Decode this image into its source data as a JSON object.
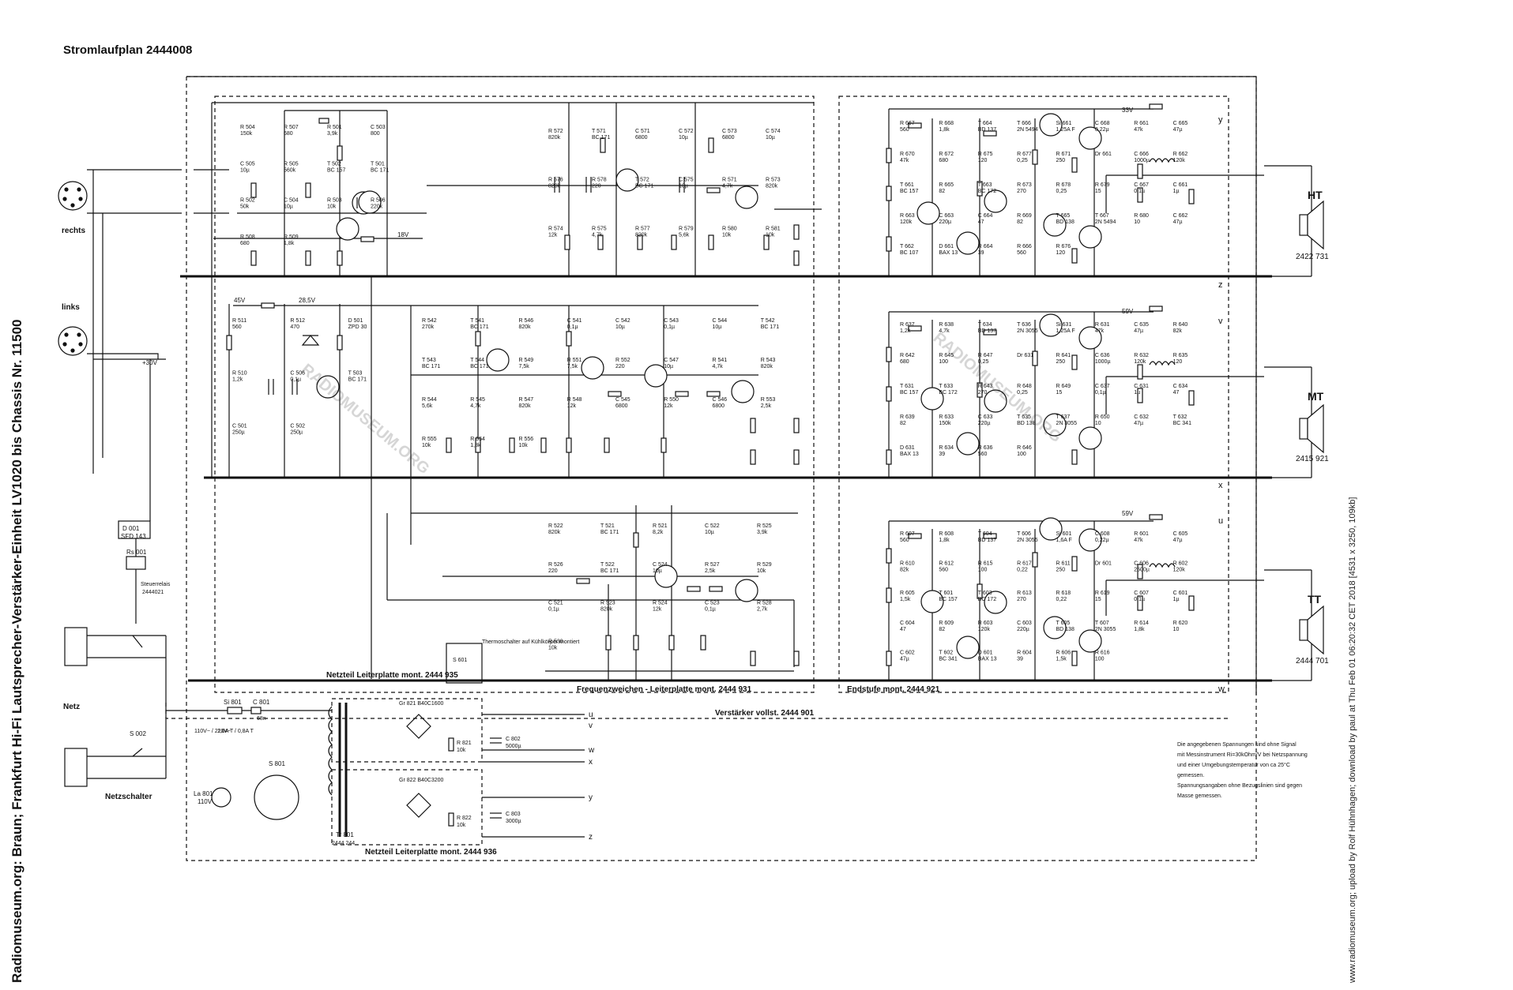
{
  "title": "Stromlaufplan 2444008",
  "left_caption": "Radiomuseum.org: Braun; Frankfurt Hi-Fi Lautsprecher-Verstärker-Einheit LV1020 bis Chassis Nr. 11500",
  "right_caption": "www.radiomuseum.org; upload by Rolf Hühnhagen; download by paul at Thu Feb 01 06:20:32 CET 2018 [4531 x 3250, 109kb]",
  "inputs": {
    "rechts": "rechts",
    "links": "links",
    "netz": "Netz",
    "netzschalter": "Netzschalter"
  },
  "relay": {
    "diode": "D 001",
    "diode_type": "SFD 143",
    "relay": "Rs 001",
    "relay_name": "Steuerrelais",
    "relay_part": "2444021",
    "switch": "S 002"
  },
  "boards": {
    "netzteil_top": "Netzteil Leiterplatte mont. 2444 935",
    "netzteil_bottom": "Netzteil Leiterplatte mont. 2444 936",
    "frequenzweichen": "Frequenzweichen - Leiterplatte mont. 2444 931",
    "endstufe": "Endstufe mont. 2444 921",
    "verstaerker": "Verstärker vollst. 2444 901"
  },
  "outputs": [
    {
      "label": "HT",
      "part": "2422 731"
    },
    {
      "label": "MT",
      "part": "2415 921"
    },
    {
      "label": "TT",
      "part": "2444 701"
    }
  ],
  "rails": [
    "y",
    "z",
    "v",
    "x",
    "u",
    "w"
  ],
  "supply_labels": {
    "u": "u",
    "v": "v",
    "w": "w",
    "x": "x",
    "y": "y",
    "z": "z",
    "v59": "59V",
    "v33": "33V",
    "v30": "+30V",
    "v45": "45V",
    "v285": "28,5V",
    "v59b": "59V",
    "v18": "18V"
  },
  "thermo": "Thermoschalter auf Kühlkörper montiert",
  "power": {
    "fuse": "Si 801",
    "fuse_rating": "1,6A T / 0,8A T",
    "volt": "110V~ / 220V~",
    "lamp": "La 801",
    "lamp_v": "110V",
    "selector": "S 801",
    "trafo": "Tr 801",
    "trafo_part": "2444 244",
    "c801": "C 801",
    "c801v": "68n",
    "gr821": "Gr 821 B40C1600",
    "gr822": "Gr 822 B40C3200",
    "c802": "C 802",
    "c802v": "5000µ",
    "c803": "C 803",
    "c803v": "3000µ",
    "r821": "R 821",
    "r821v": "10k",
    "r822": "R 822",
    "r822v": "10k",
    "s601": "S 601"
  },
  "note": [
    "Die angegebenen Spannungen sind ohne Signal",
    "mit Messinstrument Ri=30kOhm/V bei Netzspannung",
    "und einer Umgebungstemperatur von ca 25°C",
    "gemessen.",
    "Spannungsangaben ohne Bezugslinien sind gegen",
    "Masse gemessen."
  ],
  "watermark": "RADIOMUSEUM.ORG",
  "components": {
    "ht_pre": [
      {
        "n": "R 504",
        "v": "150k"
      },
      {
        "n": "R 507",
        "v": "680"
      },
      {
        "n": "R 501",
        "v": "3,9k"
      },
      {
        "n": "C 503",
        "v": "800"
      },
      {
        "n": "C 505",
        "v": "10µ"
      },
      {
        "n": "R 505",
        "v": "560k"
      },
      {
        "n": "T 502",
        "v": "BC 157"
      },
      {
        "n": "T 501",
        "v": "BC 171"
      },
      {
        "n": "R 502",
        "v": "50k"
      },
      {
        "n": "C 504",
        "v": "10µ"
      },
      {
        "n": "R 503",
        "v": "10k"
      },
      {
        "n": "R 506",
        "v": "220k"
      },
      {
        "n": "R 508",
        "v": "680"
      },
      {
        "n": "R 509",
        "v": "1,8k"
      }
    ],
    "ht_filter": [
      {
        "n": "R 572",
        "v": "820k"
      },
      {
        "n": "T 571",
        "v": "BC 171"
      },
      {
        "n": "C 571",
        "v": "6800"
      },
      {
        "n": "C 572",
        "v": "10µ"
      },
      {
        "n": "C 573",
        "v": "6800"
      },
      {
        "n": "C 574",
        "v": "10µ"
      },
      {
        "n": "R 576",
        "v": "820k"
      },
      {
        "n": "R 578",
        "v": "220"
      },
      {
        "n": "T 572",
        "v": "BC 171"
      },
      {
        "n": "C 575",
        "v": "10µ"
      },
      {
        "n": "R 571",
        "v": "4,7k"
      },
      {
        "n": "R 573",
        "v": "820k"
      },
      {
        "n": "R 574",
        "v": "12k"
      },
      {
        "n": "R 575",
        "v": "4,7k"
      },
      {
        "n": "R 577",
        "v": "820k"
      },
      {
        "n": "R 579",
        "v": "5,6k"
      },
      {
        "n": "R 580",
        "v": "10k"
      },
      {
        "n": "R 581",
        "v": "10k"
      }
    ],
    "ht_end": [
      {
        "n": "R 667",
        "v": "560"
      },
      {
        "n": "R 668",
        "v": "1,8k"
      },
      {
        "n": "T 664",
        "v": "BD 137"
      },
      {
        "n": "T 666",
        "v": "2N 5494"
      },
      {
        "n": "Si 661",
        "v": "1,25A F"
      },
      {
        "n": "C 668",
        "v": "0,22µ"
      },
      {
        "n": "R 661",
        "v": "47k"
      },
      {
        "n": "C 665",
        "v": "47µ"
      },
      {
        "n": "R 670",
        "v": "47k"
      },
      {
        "n": "R 672",
        "v": "680"
      },
      {
        "n": "R 675",
        "v": "120"
      },
      {
        "n": "R 677",
        "v": "0,25"
      },
      {
        "n": "R 671",
        "v": "250"
      },
      {
        "n": "Dr 661",
        "v": ""
      },
      {
        "n": "C 666",
        "v": "1000µ"
      },
      {
        "n": "R 662",
        "v": "120k"
      },
      {
        "n": "T 661",
        "v": "BC 157"
      },
      {
        "n": "R 665",
        "v": "82"
      },
      {
        "n": "T 663",
        "v": "BC 172"
      },
      {
        "n": "R 673",
        "v": "270"
      },
      {
        "n": "R 678",
        "v": "0,25"
      },
      {
        "n": "R 679",
        "v": "15"
      },
      {
        "n": "C 667",
        "v": "0,1µ"
      },
      {
        "n": "C 661",
        "v": "1µ"
      },
      {
        "n": "R 663",
        "v": "120k"
      },
      {
        "n": "C 663",
        "v": "220µ"
      },
      {
        "n": "C 664",
        "v": "47"
      },
      {
        "n": "R 669",
        "v": "82"
      },
      {
        "n": "T 665",
        "v": "BD 138"
      },
      {
        "n": "T 667",
        "v": "2N 5494"
      },
      {
        "n": "R 680",
        "v": "10"
      },
      {
        "n": "C 662",
        "v": "47µ"
      },
      {
        "n": "T 662",
        "v": "BC 107"
      },
      {
        "n": "D 661",
        "v": "BAX 13"
      },
      {
        "n": "R 664",
        "v": "39"
      },
      {
        "n": "R 666",
        "v": "560"
      },
      {
        "n": "R 676",
        "v": "120"
      }
    ],
    "mt_pre": [
      {
        "n": "R 511",
        "v": "560"
      },
      {
        "n": "R 512",
        "v": "470"
      },
      {
        "n": "D 501",
        "v": "ZPD 30"
      },
      {
        "n": "R 510",
        "v": "1,2k"
      },
      {
        "n": "C 506",
        "v": "0,1µ"
      },
      {
        "n": "T 503",
        "v": "BC 171"
      },
      {
        "n": "C 501",
        "v": "250µ"
      },
      {
        "n": "C 502",
        "v": "250µ"
      }
    ],
    "mt_filter": [
      {
        "n": "R 542",
        "v": "270k"
      },
      {
        "n": "T 541",
        "v": "BC 171"
      },
      {
        "n": "R 546",
        "v": "820k"
      },
      {
        "n": "C 541",
        "v": "0,1µ"
      },
      {
        "n": "C 542",
        "v": "10µ"
      },
      {
        "n": "C 543",
        "v": "0,1µ"
      },
      {
        "n": "C 544",
        "v": "10µ"
      },
      {
        "n": "T 542",
        "v": "BC 171"
      },
      {
        "n": "T 543",
        "v": "BC 171"
      },
      {
        "n": "T 544",
        "v": "BC 171"
      },
      {
        "n": "R 549",
        "v": "7,5k"
      },
      {
        "n": "R 551",
        "v": "7,5k"
      },
      {
        "n": "R 552",
        "v": "220"
      },
      {
        "n": "C 547",
        "v": "10µ"
      },
      {
        "n": "R 541",
        "v": "4,7k"
      },
      {
        "n": "R 543",
        "v": "820k"
      },
      {
        "n": "R 544",
        "v": "5,6k"
      },
      {
        "n": "R 545",
        "v": "4,7k"
      },
      {
        "n": "R 547",
        "v": "820k"
      },
      {
        "n": "R 548",
        "v": "12k"
      },
      {
        "n": "C 545",
        "v": "6800"
      },
      {
        "n": "R 550",
        "v": "12k"
      },
      {
        "n": "C 546",
        "v": "6800"
      },
      {
        "n": "R 553",
        "v": "2,5k"
      },
      {
        "n": "R 555",
        "v": "10k"
      },
      {
        "n": "R 554",
        "v": "1,8k"
      },
      {
        "n": "R 556",
        "v": "10k"
      }
    ],
    "mt_end": [
      {
        "n": "R 637",
        "v": "1,2k"
      },
      {
        "n": "R 638",
        "v": "4,7k"
      },
      {
        "n": "T 634",
        "v": "BD 137"
      },
      {
        "n": "T 636",
        "v": "2N 3055"
      },
      {
        "n": "Si 631",
        "v": "1,25A F"
      },
      {
        "n": "R 631",
        "v": "47k"
      },
      {
        "n": "C 635",
        "v": "47µ"
      },
      {
        "n": "R 640",
        "v": "82k"
      },
      {
        "n": "R 642",
        "v": "680"
      },
      {
        "n": "R 645",
        "v": "100"
      },
      {
        "n": "R 647",
        "v": "0,25"
      },
      {
        "n": "Dr 631",
        "v": ""
      },
      {
        "n": "R 641",
        "v": "250"
      },
      {
        "n": "C 636",
        "v": "1000µ"
      },
      {
        "n": "R 632",
        "v": "120k"
      },
      {
        "n": "R 635",
        "v": "120"
      },
      {
        "n": "T 631",
        "v": "BC 157"
      },
      {
        "n": "T 633",
        "v": "BC 172"
      },
      {
        "n": "R 643",
        "v": "270"
      },
      {
        "n": "R 648",
        "v": "0,25"
      },
      {
        "n": "R 649",
        "v": "15"
      },
      {
        "n": "C 637",
        "v": "0,1µ"
      },
      {
        "n": "C 631",
        "v": "1µ"
      },
      {
        "n": "C 634",
        "v": "47"
      },
      {
        "n": "R 639",
        "v": "82"
      },
      {
        "n": "R 633",
        "v": "150k"
      },
      {
        "n": "C 633",
        "v": "220µ"
      },
      {
        "n": "T 635",
        "v": "BD 138"
      },
      {
        "n": "T 637",
        "v": "2N 3055"
      },
      {
        "n": "R 650",
        "v": "10"
      },
      {
        "n": "C 632",
        "v": "47µ"
      },
      {
        "n": "T 632",
        "v": "BC 341"
      },
      {
        "n": "D 631",
        "v": "BAX 13"
      },
      {
        "n": "R 634",
        "v": "39"
      },
      {
        "n": "R 636",
        "v": "560"
      },
      {
        "n": "R 646",
        "v": "100"
      }
    ],
    "tt_filter": [
      {
        "n": "R 522",
        "v": "820k"
      },
      {
        "n": "T 521",
        "v": "BC 171"
      },
      {
        "n": "R 521",
        "v": "8,2k"
      },
      {
        "n": "C 522",
        "v": "10µ"
      },
      {
        "n": "R 525",
        "v": "3,9k"
      },
      {
        "n": "R 526",
        "v": "220"
      },
      {
        "n": "T 522",
        "v": "BC 171"
      },
      {
        "n": "C 524",
        "v": "10µ"
      },
      {
        "n": "R 527",
        "v": "2,5k"
      },
      {
        "n": "R 529",
        "v": "10k"
      },
      {
        "n": "C 521",
        "v": "0,1µ"
      },
      {
        "n": "R 523",
        "v": "820k"
      },
      {
        "n": "R 524",
        "v": "12k"
      },
      {
        "n": "C 523",
        "v": "0,1µ"
      },
      {
        "n": "R 528",
        "v": "2,7k"
      },
      {
        "n": "R 530",
        "v": "10k"
      }
    ],
    "tt_end": [
      {
        "n": "R 607",
        "v": "560"
      },
      {
        "n": "R 608",
        "v": "1,8k"
      },
      {
        "n": "T 604",
        "v": "BD 137"
      },
      {
        "n": "T 606",
        "v": "2N 3055"
      },
      {
        "n": "Si 601",
        "v": "1,6A F"
      },
      {
        "n": "C 608",
        "v": "0,22µ"
      },
      {
        "n": "R 601",
        "v": "47k"
      },
      {
        "n": "C 605",
        "v": "47µ"
      },
      {
        "n": "R 610",
        "v": "82k"
      },
      {
        "n": "R 612",
        "v": "560"
      },
      {
        "n": "R 615",
        "v": "100"
      },
      {
        "n": "R 617",
        "v": "0,22"
      },
      {
        "n": "R 611",
        "v": "250"
      },
      {
        "n": "Dr 601",
        "v": ""
      },
      {
        "n": "C 606",
        "v": "2500µ"
      },
      {
        "n": "R 602",
        "v": "120k"
      },
      {
        "n": "R 605",
        "v": "1,5k"
      },
      {
        "n": "T 601",
        "v": "BC 157"
      },
      {
        "n": "T 603",
        "v": "BC 172"
      },
      {
        "n": "R 613",
        "v": "270"
      },
      {
        "n": "R 618",
        "v": "0,22"
      },
      {
        "n": "R 619",
        "v": "15"
      },
      {
        "n": "C 607",
        "v": "0,1µ"
      },
      {
        "n": "C 601",
        "v": "1µ"
      },
      {
        "n": "C 604",
        "v": "47"
      },
      {
        "n": "R 609",
        "v": "82"
      },
      {
        "n": "R 603",
        "v": "120k"
      },
      {
        "n": "C 603",
        "v": "220µ"
      },
      {
        "n": "T 605",
        "v": "BD 138"
      },
      {
        "n": "T 607",
        "v": "2N 3055"
      },
      {
        "n": "R 614",
        "v": "1,8k"
      },
      {
        "n": "R 620",
        "v": "10"
      },
      {
        "n": "C 602",
        "v": "47µ"
      },
      {
        "n": "T 602",
        "v": "BC 341"
      },
      {
        "n": "D 601",
        "v": "BAX 13"
      },
      {
        "n": "R 604",
        "v": "39"
      },
      {
        "n": "R 606",
        "v": "1,5k"
      },
      {
        "n": "R 616",
        "v": "100"
      }
    ]
  }
}
